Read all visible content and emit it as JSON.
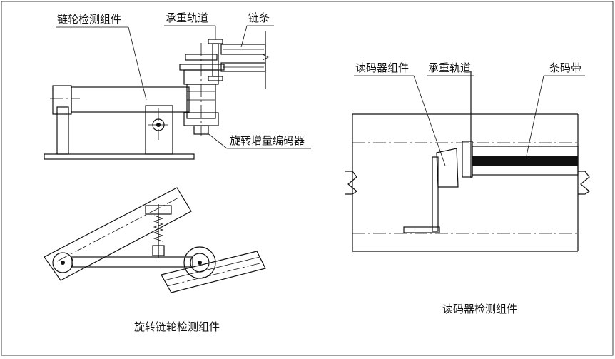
{
  "labels": {
    "sprocket_assembly": "链轮检测组件",
    "load_rail_left": "承重轨道",
    "chain": "链条",
    "rotary_encoder": "旋转增量编码器",
    "reader_assembly": "读码器组件",
    "load_rail_right": "承重轨道",
    "barcode_strip": "条码带",
    "rotary_sprocket_caption": "旋转链轮检测组件",
    "reader_detection_caption": "读码器检测组件"
  }
}
